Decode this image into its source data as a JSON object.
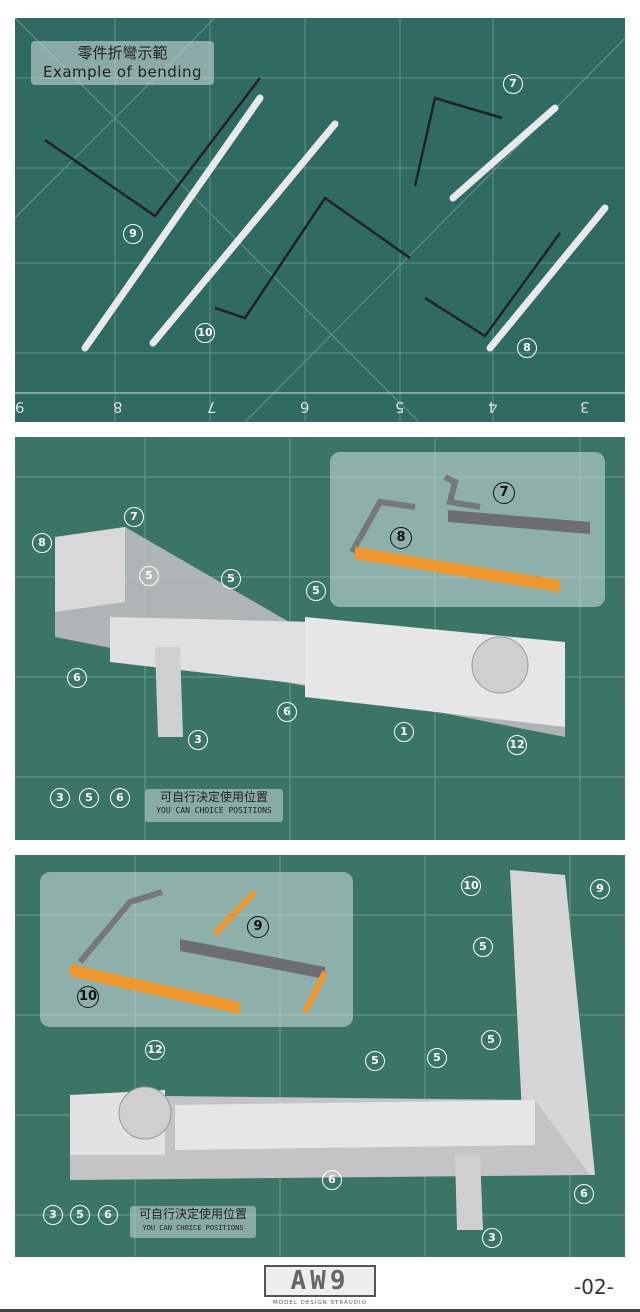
{
  "panel1": {
    "title_zh": "零件折彎示範",
    "title_en": "Example of bending",
    "ruler_numbers": [
      "9",
      "8",
      "7",
      "6",
      "5",
      "4",
      "3"
    ],
    "callouts": [
      "7",
      "9",
      "10",
      "8"
    ]
  },
  "panel2": {
    "callouts": [
      "7",
      "8",
      "5",
      "5",
      "5",
      "6",
      "6",
      "3",
      "1",
      "12"
    ],
    "inset_callouts": [
      "8",
      "7"
    ],
    "optional_parts": [
      "3",
      "5",
      "6"
    ],
    "caption_zh": "可自行決定使用位置",
    "caption_en": "YOU CAN CHOICE POSITIONS"
  },
  "panel3": {
    "callouts": [
      "10",
      "9",
      "5",
      "5",
      "5",
      "5",
      "12",
      "6",
      "6",
      "3"
    ],
    "inset_callouts": [
      "9",
      "10"
    ],
    "optional_parts": [
      "3",
      "5",
      "6"
    ],
    "caption_zh": "可自行決定使用位置",
    "caption_en": "YOU CAN CHOICE POSITIONS"
  },
  "footer": {
    "logo_text": "AW9",
    "logo_subtitle": "MODEL DESIGN STRAUDIO",
    "page_number": "-02-"
  },
  "colors": {
    "mat_teal": "#2f6a63",
    "mat_green": "#3a7566",
    "part_orange": "#f0962a",
    "part_gray": "#6e6e72"
  }
}
